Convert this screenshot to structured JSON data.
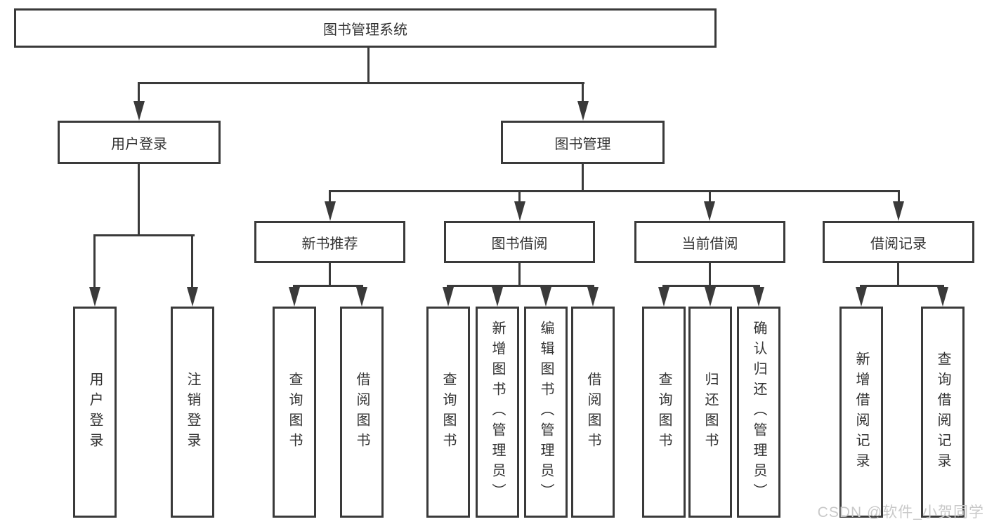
{
  "nodes": {
    "root": "图书管理系统",
    "level2": [
      "用户登录",
      "图书管理"
    ],
    "level3": [
      "新书推荐",
      "图书借阅",
      "当前借阅",
      "借阅记录"
    ],
    "leaves_login": [
      "用户登录",
      "注销登录"
    ],
    "leaves_recommend": [
      "查询图书",
      "借阅图书"
    ],
    "leaves_borrow": [
      "查询图书",
      "新增图书（管理员）",
      "编辑图书（管理员）",
      "借阅图书"
    ],
    "leaves_current": [
      "查询图书",
      "归还图书",
      "确认归还（管理员）"
    ],
    "leaves_records": [
      "新增借阅记录",
      "查询借阅记录"
    ]
  },
  "watermark": "CSDN @软件_小贺同学",
  "colors": {
    "line": "#3a3a3a",
    "text": "#333333",
    "watermark": "#c9c9c9",
    "background": "#ffffff"
  }
}
